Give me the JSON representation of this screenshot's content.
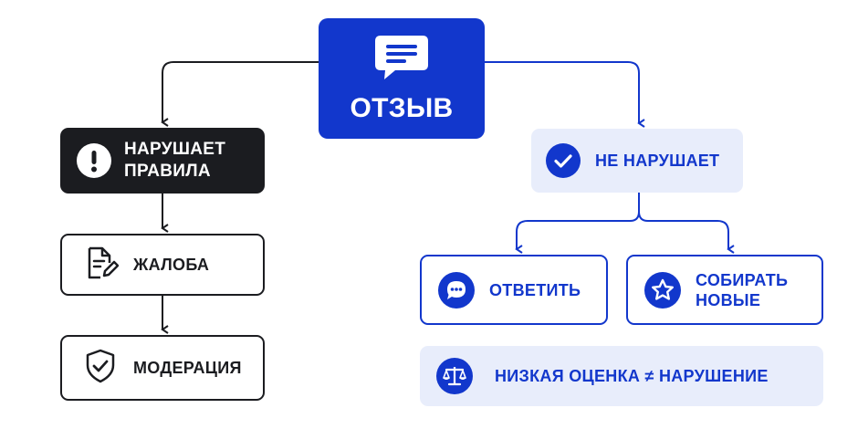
{
  "root": {
    "label": "ОТЗЫВ",
    "icon": "chat-bubble-icon"
  },
  "left_branch": {
    "violates": {
      "label_line1": "НАРУШАЕТ",
      "label_line2": "ПРАВИЛА",
      "icon": "exclamation-icon"
    },
    "complaint": {
      "label": "ЖАЛОБА",
      "icon": "document-edit-icon"
    },
    "moderation": {
      "label": "МОДЕРАЦИЯ",
      "icon": "shield-check-icon"
    }
  },
  "right_branch": {
    "not_violates": {
      "label": "НЕ НАРУШАЕТ",
      "icon": "checkmark-icon"
    },
    "reply": {
      "label": "ОТВЕТИТЬ",
      "icon": "chat-dots-icon"
    },
    "collect": {
      "label_line1": "СОБИРАТЬ",
      "label_line2": "НОВЫЕ",
      "icon": "star-icon"
    },
    "note": {
      "label": "НИЗКАЯ ОЦЕНКА ≠ НАРУШЕНИЕ",
      "icon": "scales-icon"
    }
  },
  "colors": {
    "blue": "#1237cc",
    "dark": "#1b1c20",
    "pale_blue": "#e8edfb"
  }
}
